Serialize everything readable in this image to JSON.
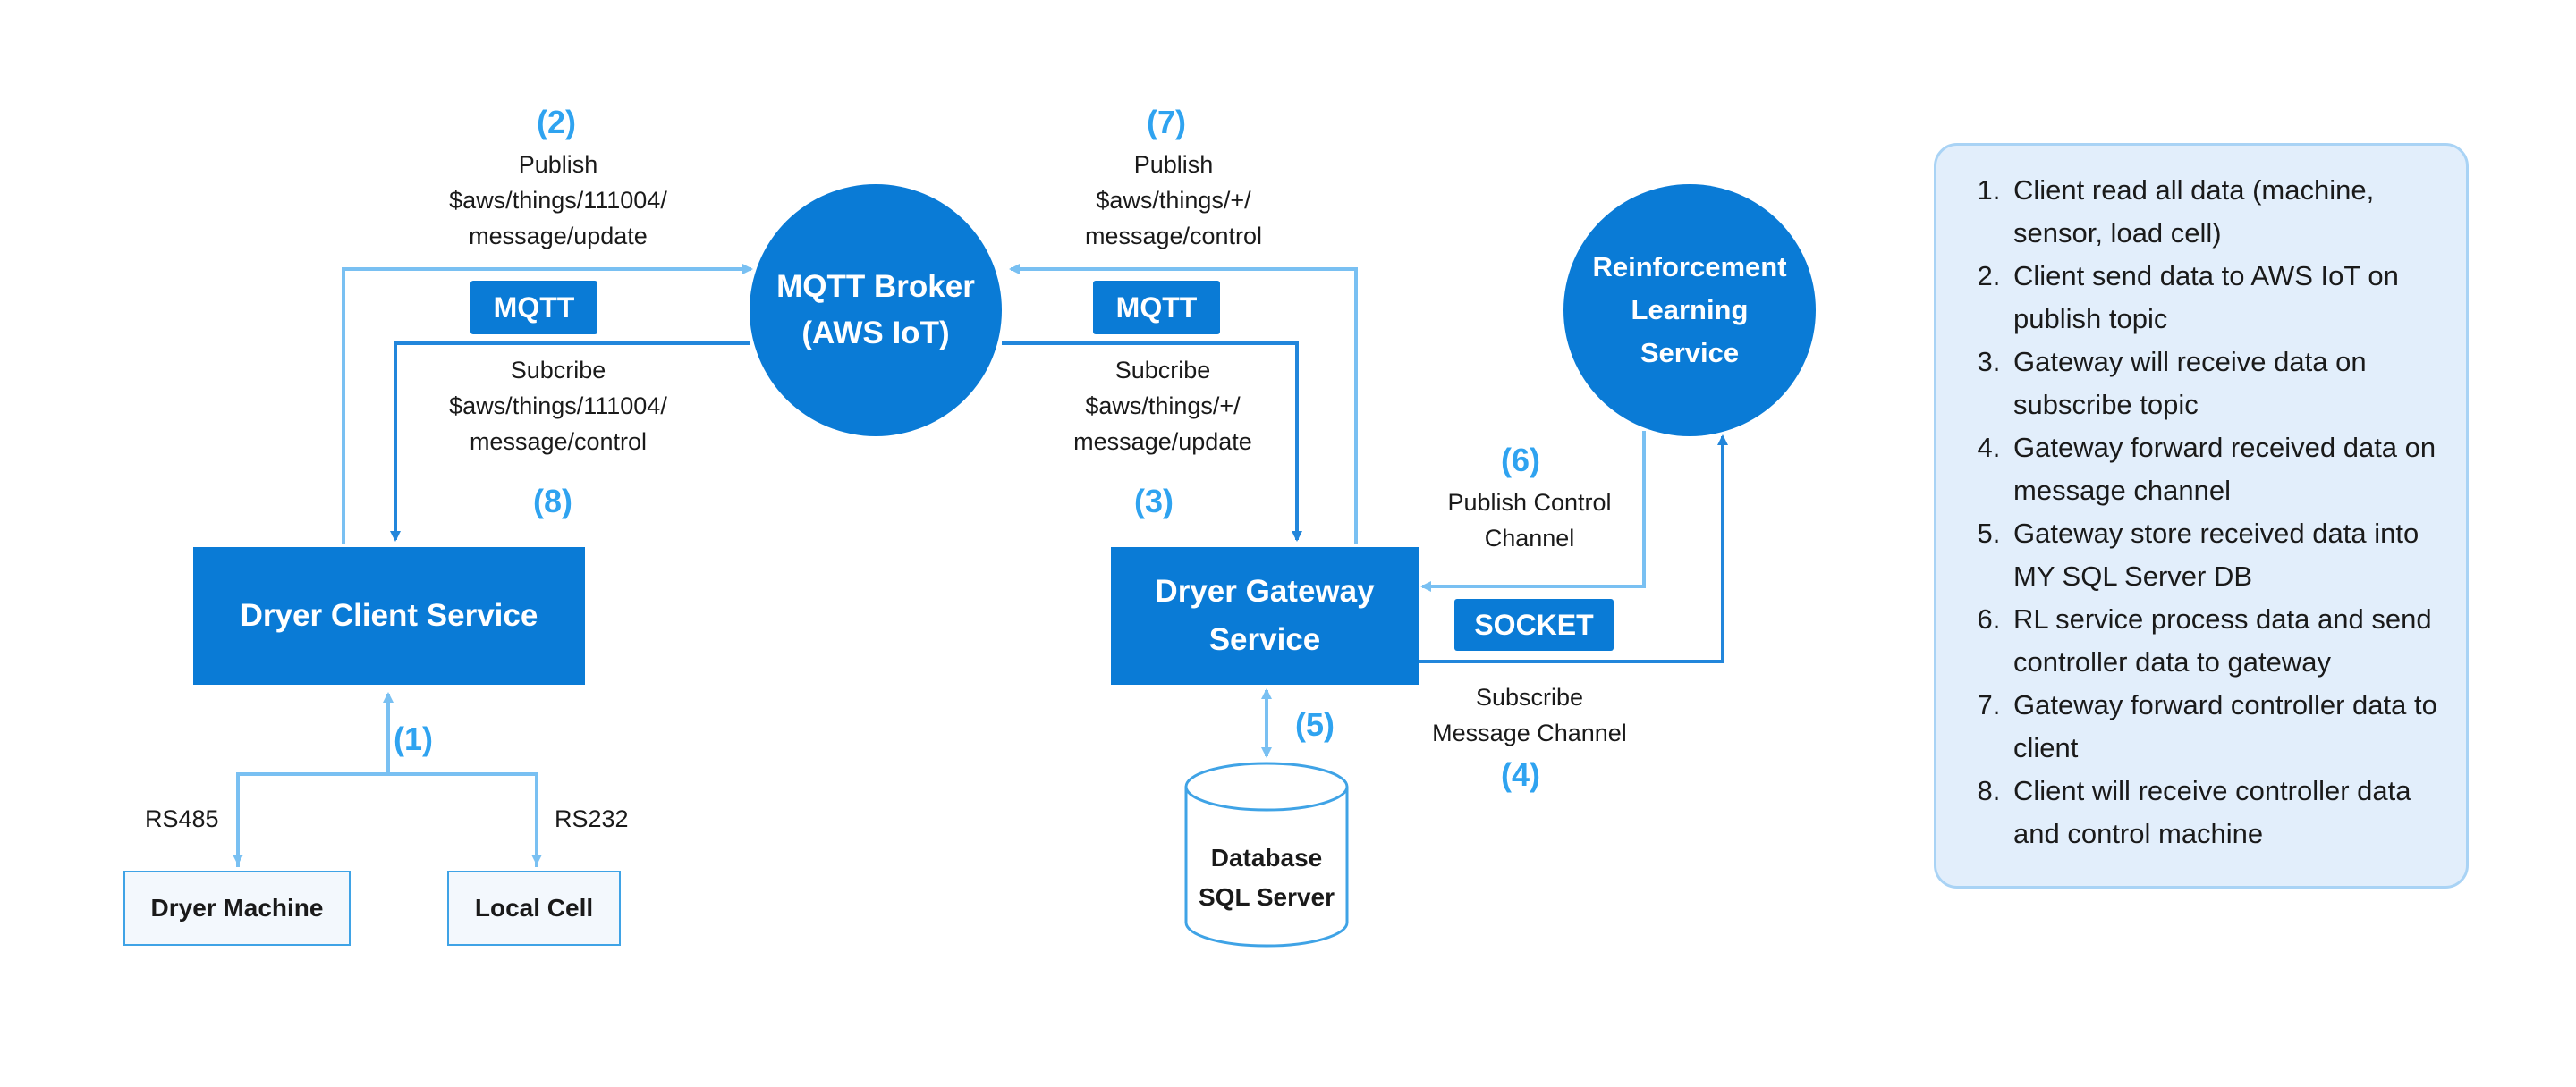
{
  "broker": {
    "line1": "MQTT Broker",
    "line2": "(AWS IoT)"
  },
  "rl_service": {
    "line1": "Reinforcement",
    "line2": "Learning",
    "line3": "Service"
  },
  "client_service": {
    "label": "Dryer Client Service"
  },
  "gateway_service": {
    "line1": "Dryer Gateway",
    "line2": "Service"
  },
  "database": {
    "line1": "Database",
    "line2": "SQL Server"
  },
  "devices": {
    "dryer_machine": "Dryer Machine",
    "local_cell": "Local Cell"
  },
  "chips": {
    "mqtt_left": "MQTT",
    "mqtt_right": "MQTT",
    "socket": "SOCKET"
  },
  "ports": {
    "rs485": "RS485",
    "rs232": "RS232"
  },
  "steps": {
    "s1": "(1)",
    "s2": "(2)",
    "s3": "(3)",
    "s4": "(4)",
    "s5": "(5)",
    "s6": "(6)",
    "s7": "(7)",
    "s8": "(8)"
  },
  "labels": {
    "publish_update": {
      "l1": "Publish",
      "l2": "$aws/things/111004/",
      "l3": "message/update"
    },
    "subscribe_control": {
      "l1": "Subcribe",
      "l2": "$aws/things/111004/",
      "l3": "message/control"
    },
    "publish_control": {
      "l1": "Publish",
      "l2": "$aws/things/+/",
      "l3": "message/control"
    },
    "subscribe_update": {
      "l1": "Subcribe",
      "l2": "$aws/things/+/",
      "l3": "message/update"
    },
    "publish_control_channel": {
      "l1": "Publish Control",
      "l2": "Channel"
    },
    "subscribe_message_channel": {
      "l1": "Subscribe",
      "l2": "Message Channel"
    }
  },
  "legend": {
    "items": [
      "Client read all data (machine, sensor, load cell)",
      "Client send data to AWS IoT on publish topic",
      "Gateway will receive data on subscribe topic",
      "Gateway forward received data on message channel",
      "Gateway store received data into MY SQL Server DB",
      "RL service process data and send controller data to gateway",
      " Gateway forward controller data to client",
      "Client will receive controller data and control machine"
    ]
  },
  "colors": {
    "primary": "#0a7bd6",
    "line_light": "#79c0f2",
    "line_dark": "#2286db",
    "step": "#2fa3f0",
    "legend_bg": "#e2eefb",
    "legend_border": "#a9d3f5"
  }
}
